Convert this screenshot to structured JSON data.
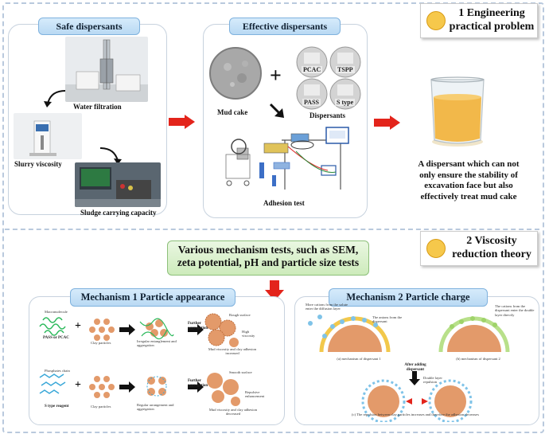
{
  "top": {
    "safe": {
      "title": "Safe dispersants",
      "water_filtration": "Water filtration",
      "slurry_viscosity": "Slurry viscosity",
      "sludge_capacity": "Sludge carrying capacity"
    },
    "effective": {
      "title": "Effective dispersants",
      "mud_cake": "Mud cake",
      "dispersants": "Dispersants",
      "dispersant_labels": [
        "PCAC",
        "TSPP",
        "PASS",
        "S type"
      ],
      "adhesion_test": "Adhesion test",
      "plus": "+"
    },
    "problem": {
      "title_line1": "1 Engineering",
      "title_line2": "practical problem",
      "description": "A dispersant which can not only ensure the stability of excavation face but also effectively treat mud cake"
    }
  },
  "middle": {
    "mechanism_tests": "Various mechanism tests, such as SEM, zeta potential, pH and particle size tests",
    "theory_line1": "2 Viscosity",
    "theory_line2": "reduction theory"
  },
  "mech1": {
    "title": "Mechanism 1 Particle appearance",
    "macromolecule": "Macromolecule",
    "pass_pcac": "PASS or PCAC",
    "clay_particles": "Clay particles",
    "irregular": "Irregular entanglement and aggregation",
    "further": "Further aggregation",
    "rough": "Rough surface",
    "high_visc": "High viscosity",
    "mud_increased": "Mud viscosity and clay adhesion increased",
    "phosphates": "Phosphates chain",
    "s_type": "S type reagent",
    "clay_particles2": "Clay particles",
    "regular": "Regular arrangement and aggregation",
    "further2": "Further aggregation",
    "smooth": "Smooth surface",
    "repulsive": "Repulsive enhancement",
    "mud_decreased": "Mud viscosity and clay adhesion decreased",
    "plus": "+"
  },
  "mech2": {
    "title": "Mechanism 2 Particle charge",
    "more_cations": "More cations from the solute enter the diffusion layer",
    "anions": "The anions from the dispersant",
    "cations_disp": "The cations from the dispersant enter the double layer directly",
    "a_label": "(a) mechanism of dispersant 1",
    "b_label": "(b) mechanism of dispersant 2",
    "after_adding": "After adding dispersant",
    "double_layer": "Double layer repulsion",
    "c_label": "(c) The repulsion between clay particles increases and therefore the adhesion decreases"
  },
  "colors": {
    "red_arrow": "#e3241b",
    "pill_fill": "#c6e2f7",
    "panel_border": "#c7d2de",
    "beaker_liquid": "#f2b84a",
    "clay": "#e39a6a"
  }
}
